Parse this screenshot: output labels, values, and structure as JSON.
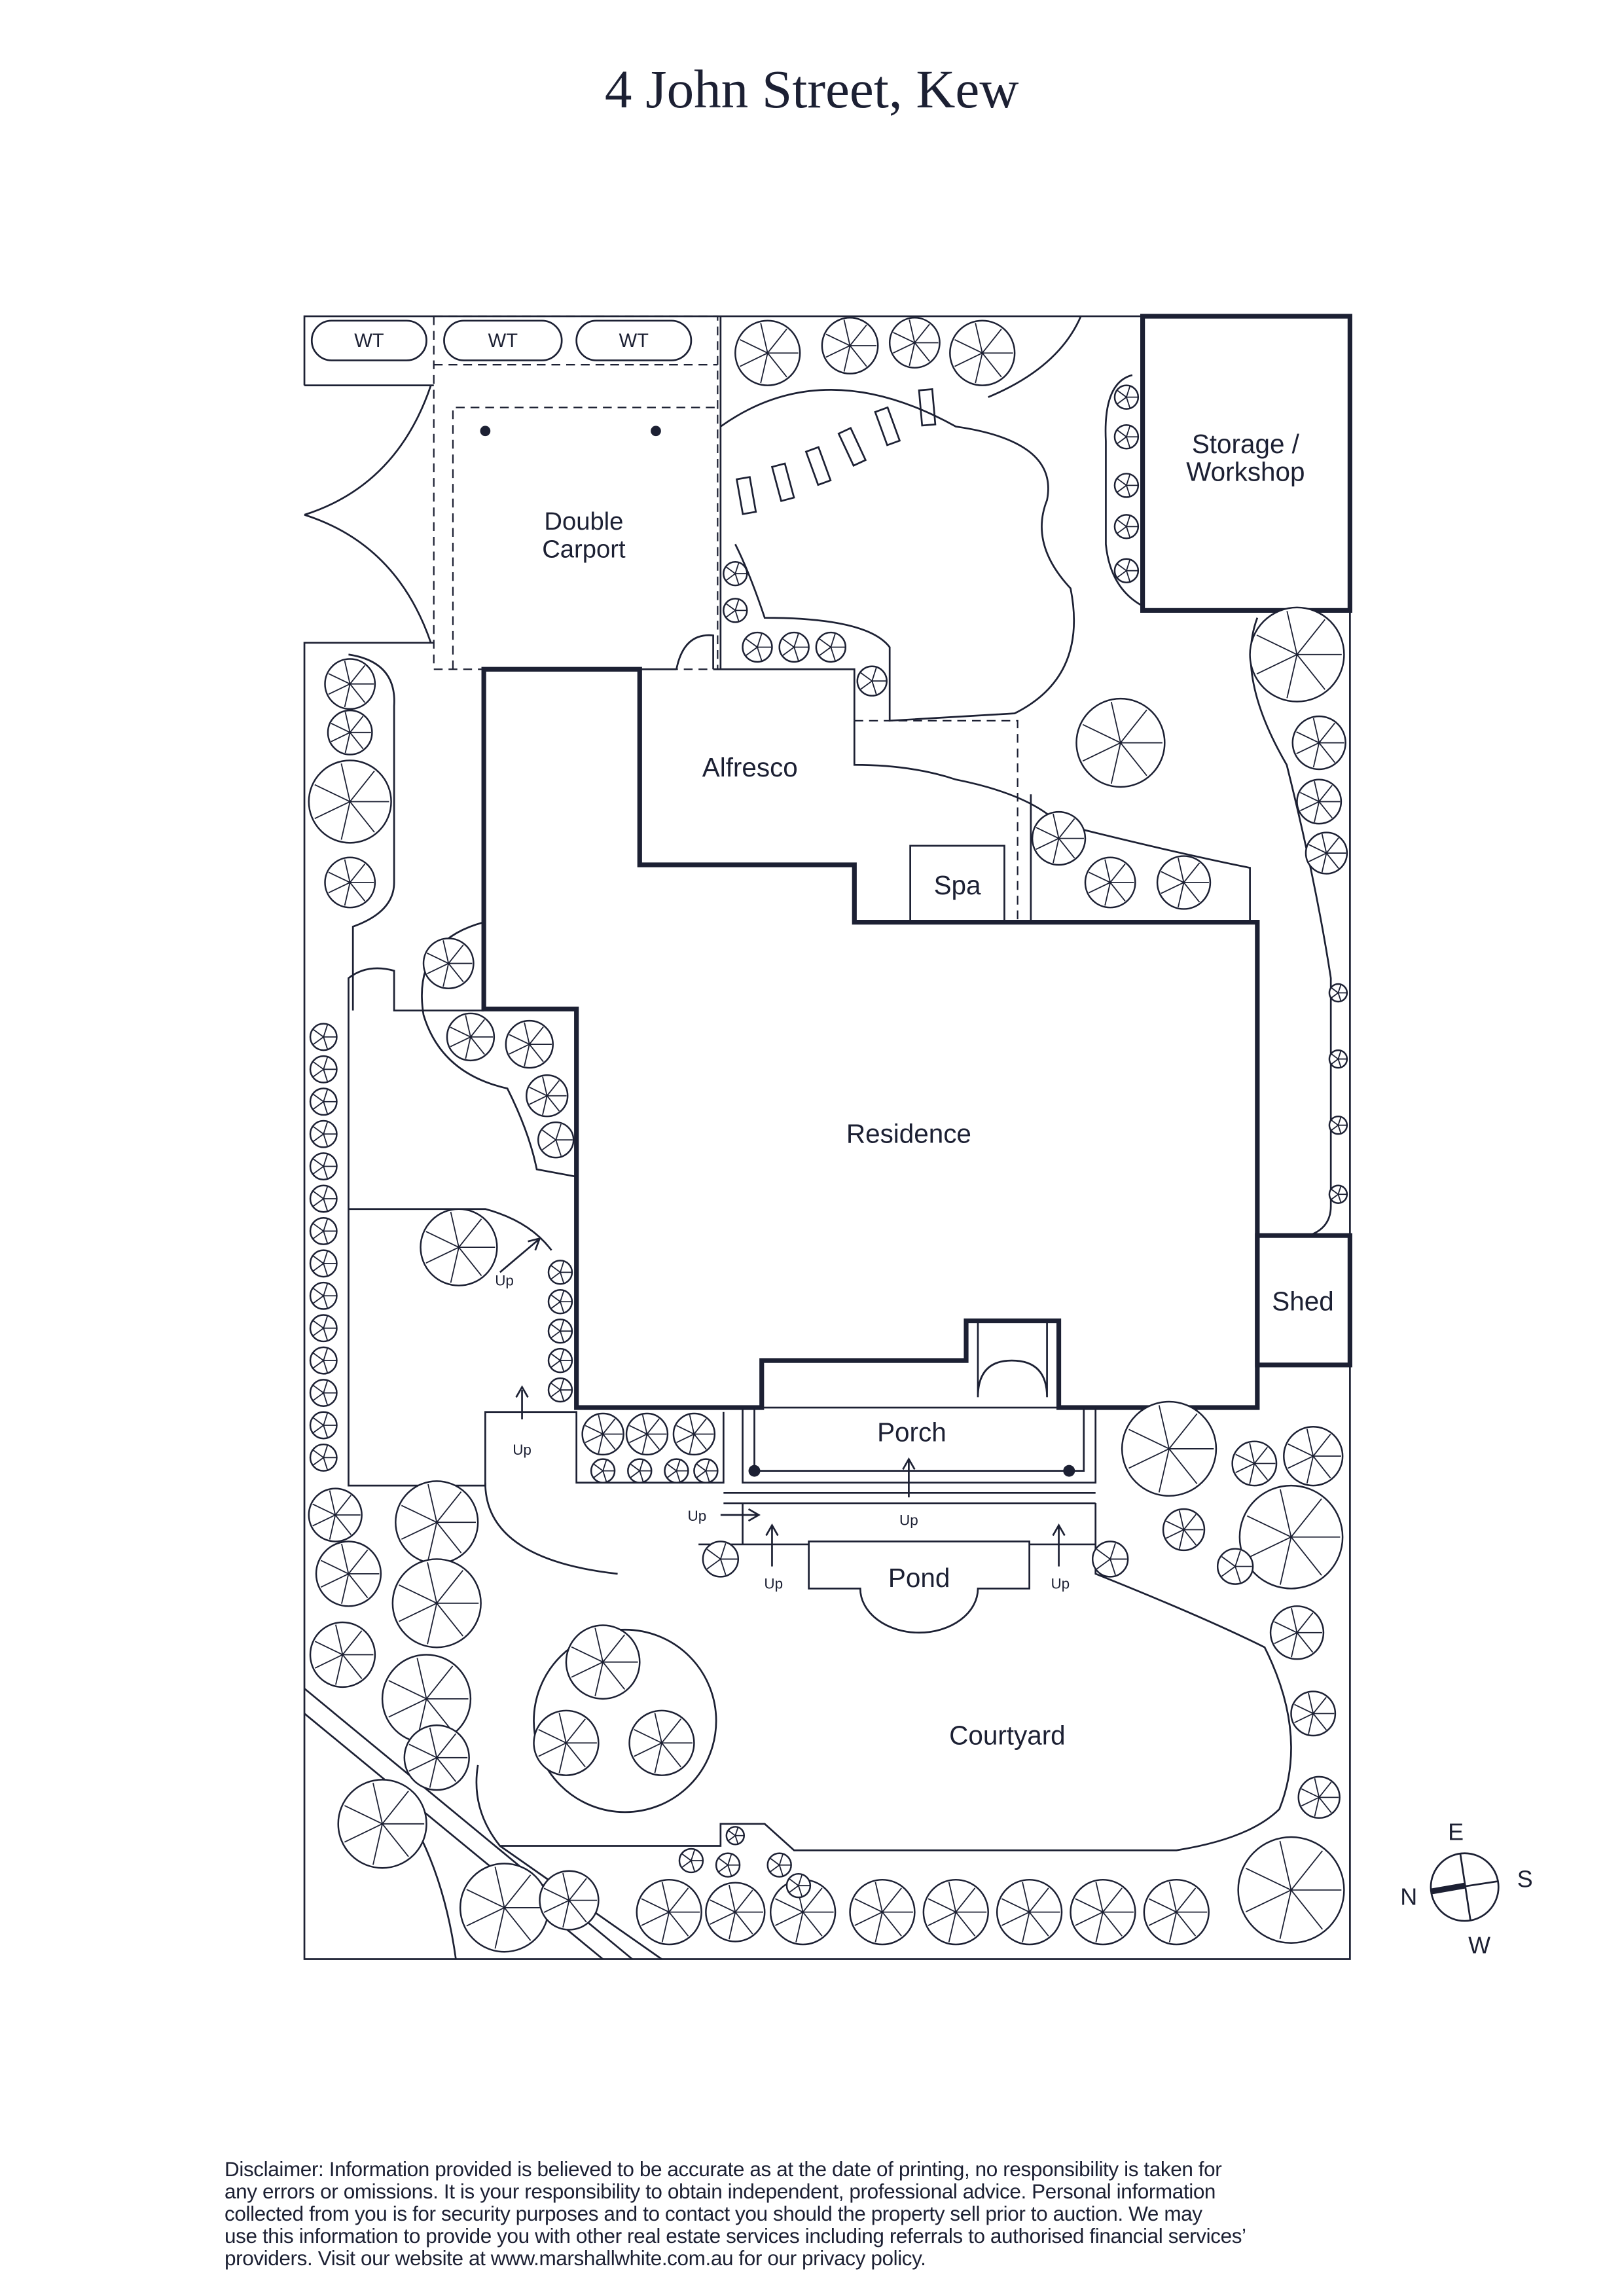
{
  "title": "4 John Street, Kew",
  "rooms": {
    "carport": [
      "Double",
      "Carport"
    ],
    "storage": [
      "Storage /",
      "Workshop"
    ],
    "alfresco": "Alfresco",
    "spa": "Spa",
    "residence": "Residence",
    "shed": "Shed",
    "porch": "Porch",
    "pond": "Pond",
    "courtyard": "Courtyard"
  },
  "water_tanks": [
    "WT",
    "WT",
    "WT"
  ],
  "steps": [
    "Up",
    "Up",
    "Up",
    "Up",
    "Up",
    "Up"
  ],
  "compass": {
    "n": "N",
    "e": "E",
    "s": "S",
    "w": "W"
  },
  "disclaimer": [
    "Disclaimer: Information provided is believed to be accurate as at the date of printing, no responsibility is taken for",
    "any errors or omissions. It is your responsibility to obtain independent, professional advice. Personal information",
    "collected from you is for security purposes and to contact you should the property sell prior to auction. We may",
    "use this information to provide you with other real estate services including referrals to authorised financial services’",
    "providers. Visit our website at www.marshallwhite.com.au for our privacy policy."
  ],
  "colors": {
    "ink": "#1c2033",
    "background": "#ffffff"
  }
}
